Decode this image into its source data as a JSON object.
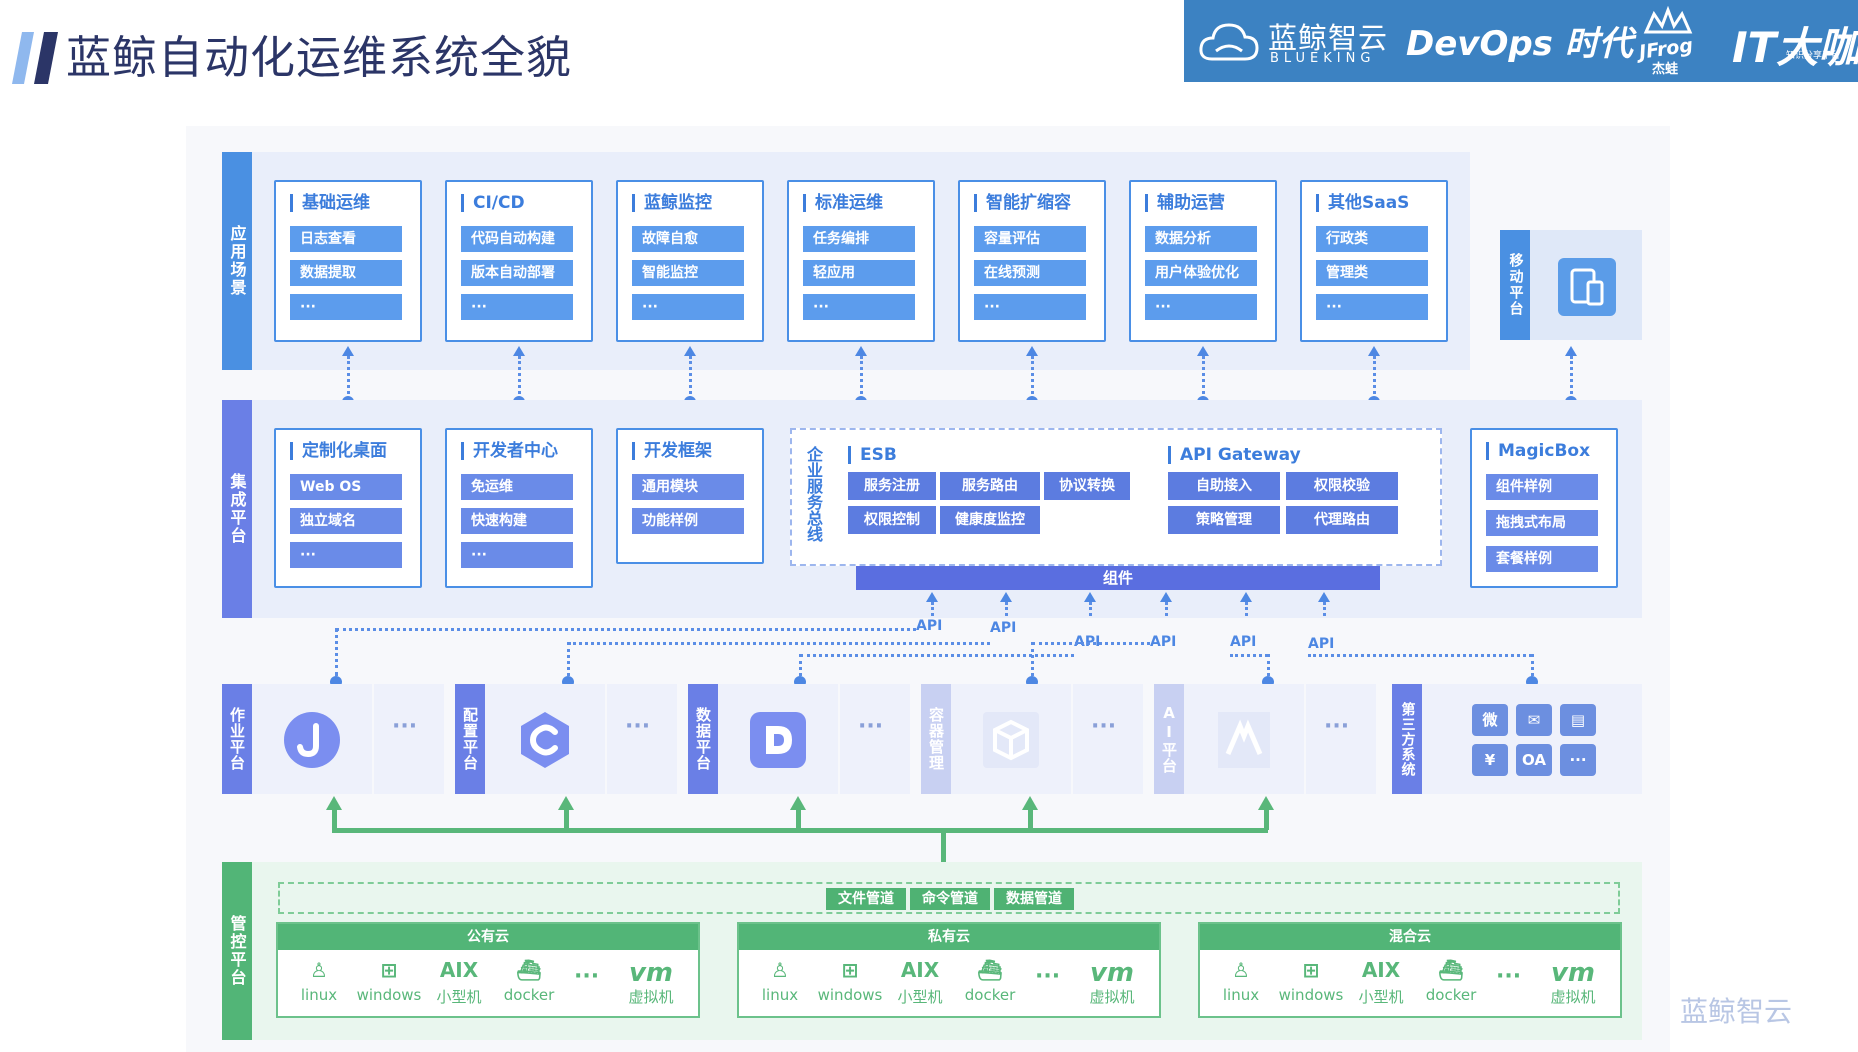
{
  "header": {
    "title": "蓝鲸自动化运维系统全貌",
    "brand_cn": "蓝鲸智云",
    "brand_en": "BLUEKING",
    "devops": "DevOps 时代",
    "jfrog": "JFrog",
    "jfrog_cn": "杰蛙",
    "itcafe": "IT大咖说",
    "itcafe_sub": "知识分享平台"
  },
  "layers": {
    "app": "应用场景",
    "integration": "集成平台",
    "mobile": "移动平台",
    "control": "管控平台"
  },
  "app_cards": [
    {
      "title": "基础运维",
      "items": [
        "日志查看",
        "数据提取",
        "···"
      ]
    },
    {
      "title": "CI/CD",
      "items": [
        "代码自动构建",
        "版本自动部署",
        "···"
      ]
    },
    {
      "title": "蓝鲸监控",
      "items": [
        "故障自愈",
        "智能监控",
        "···"
      ]
    },
    {
      "title": "标准运维",
      "items": [
        "任务编排",
        "轻应用",
        "···"
      ]
    },
    {
      "title": "智能扩缩容",
      "items": [
        "容量评估",
        "在线预测",
        "···"
      ]
    },
    {
      "title": "辅助运营",
      "items": [
        "数据分析",
        "用户体验优化",
        "···"
      ]
    },
    {
      "title": "其他SaaS",
      "items": [
        "行政类",
        "管理类",
        "···"
      ]
    }
  ],
  "integration_cards": [
    {
      "title": "定制化桌面",
      "items": [
        "Web OS",
        "独立域名",
        "···"
      ]
    },
    {
      "title": "开发者中心",
      "items": [
        "免运维",
        "快速构建",
        "···"
      ]
    },
    {
      "title": "开发框架",
      "items": [
        "通用模块",
        "功能样例"
      ]
    }
  ],
  "esb": {
    "side_label": "企业服务总线",
    "title": "ESB",
    "items": [
      "服务注册",
      "服务路由",
      "协议转换",
      "权限控制",
      "健康度监控"
    ],
    "gateway_title": "API Gateway",
    "gateway_items": [
      "自助接入",
      "权限校验",
      "策略管理",
      "代理路由"
    ],
    "component_bar": "组件"
  },
  "magicbox": {
    "title": "MagicBox",
    "items": [
      "组件样例",
      "拖拽式布局",
      "套餐样例"
    ]
  },
  "api_labels": [
    "API",
    "API",
    "API",
    "API",
    "API",
    "API"
  ],
  "platforms": [
    {
      "tag": "作业平台",
      "icon": "J",
      "more": "···"
    },
    {
      "tag": "配置平台",
      "icon": "C",
      "more": "···"
    },
    {
      "tag": "数据平台",
      "icon": "D",
      "more": "···"
    },
    {
      "tag": "容器管理",
      "icon": "box",
      "more": "···"
    },
    {
      "tag": "AI平台",
      "icon": "M",
      "more": "···"
    },
    {
      "tag": "第三方系统",
      "icons": [
        "微",
        "✉",
        "▤",
        "¥",
        "OA",
        "···"
      ]
    }
  ],
  "pipes": [
    "文件管道",
    "命令管道",
    "数据管道"
  ],
  "clouds": [
    {
      "name": "公有云",
      "os": [
        "linux",
        "windows",
        "小型机",
        "docker",
        "虚拟机"
      ],
      "aix": "AIX",
      "vm": "vm",
      "dots": "···"
    },
    {
      "name": "私有云",
      "os": [
        "linux",
        "windows",
        "小型机",
        "docker",
        "虚拟机"
      ],
      "aix": "AIX",
      "vm": "vm",
      "dots": "···"
    },
    {
      "name": "混合云",
      "os": [
        "linux",
        "windows",
        "小型机",
        "docker",
        "虚拟机"
      ],
      "aix": "AIX",
      "vm": "vm",
      "dots": "···"
    }
  ],
  "watermark": "蓝鲸智云",
  "colors": {
    "primary_blue": "#4a8fe6",
    "pill_blue": "#5c9ced",
    "esb_purple": "#5c7ce0",
    "green": "#52b577",
    "banner": "#3c82c2"
  }
}
